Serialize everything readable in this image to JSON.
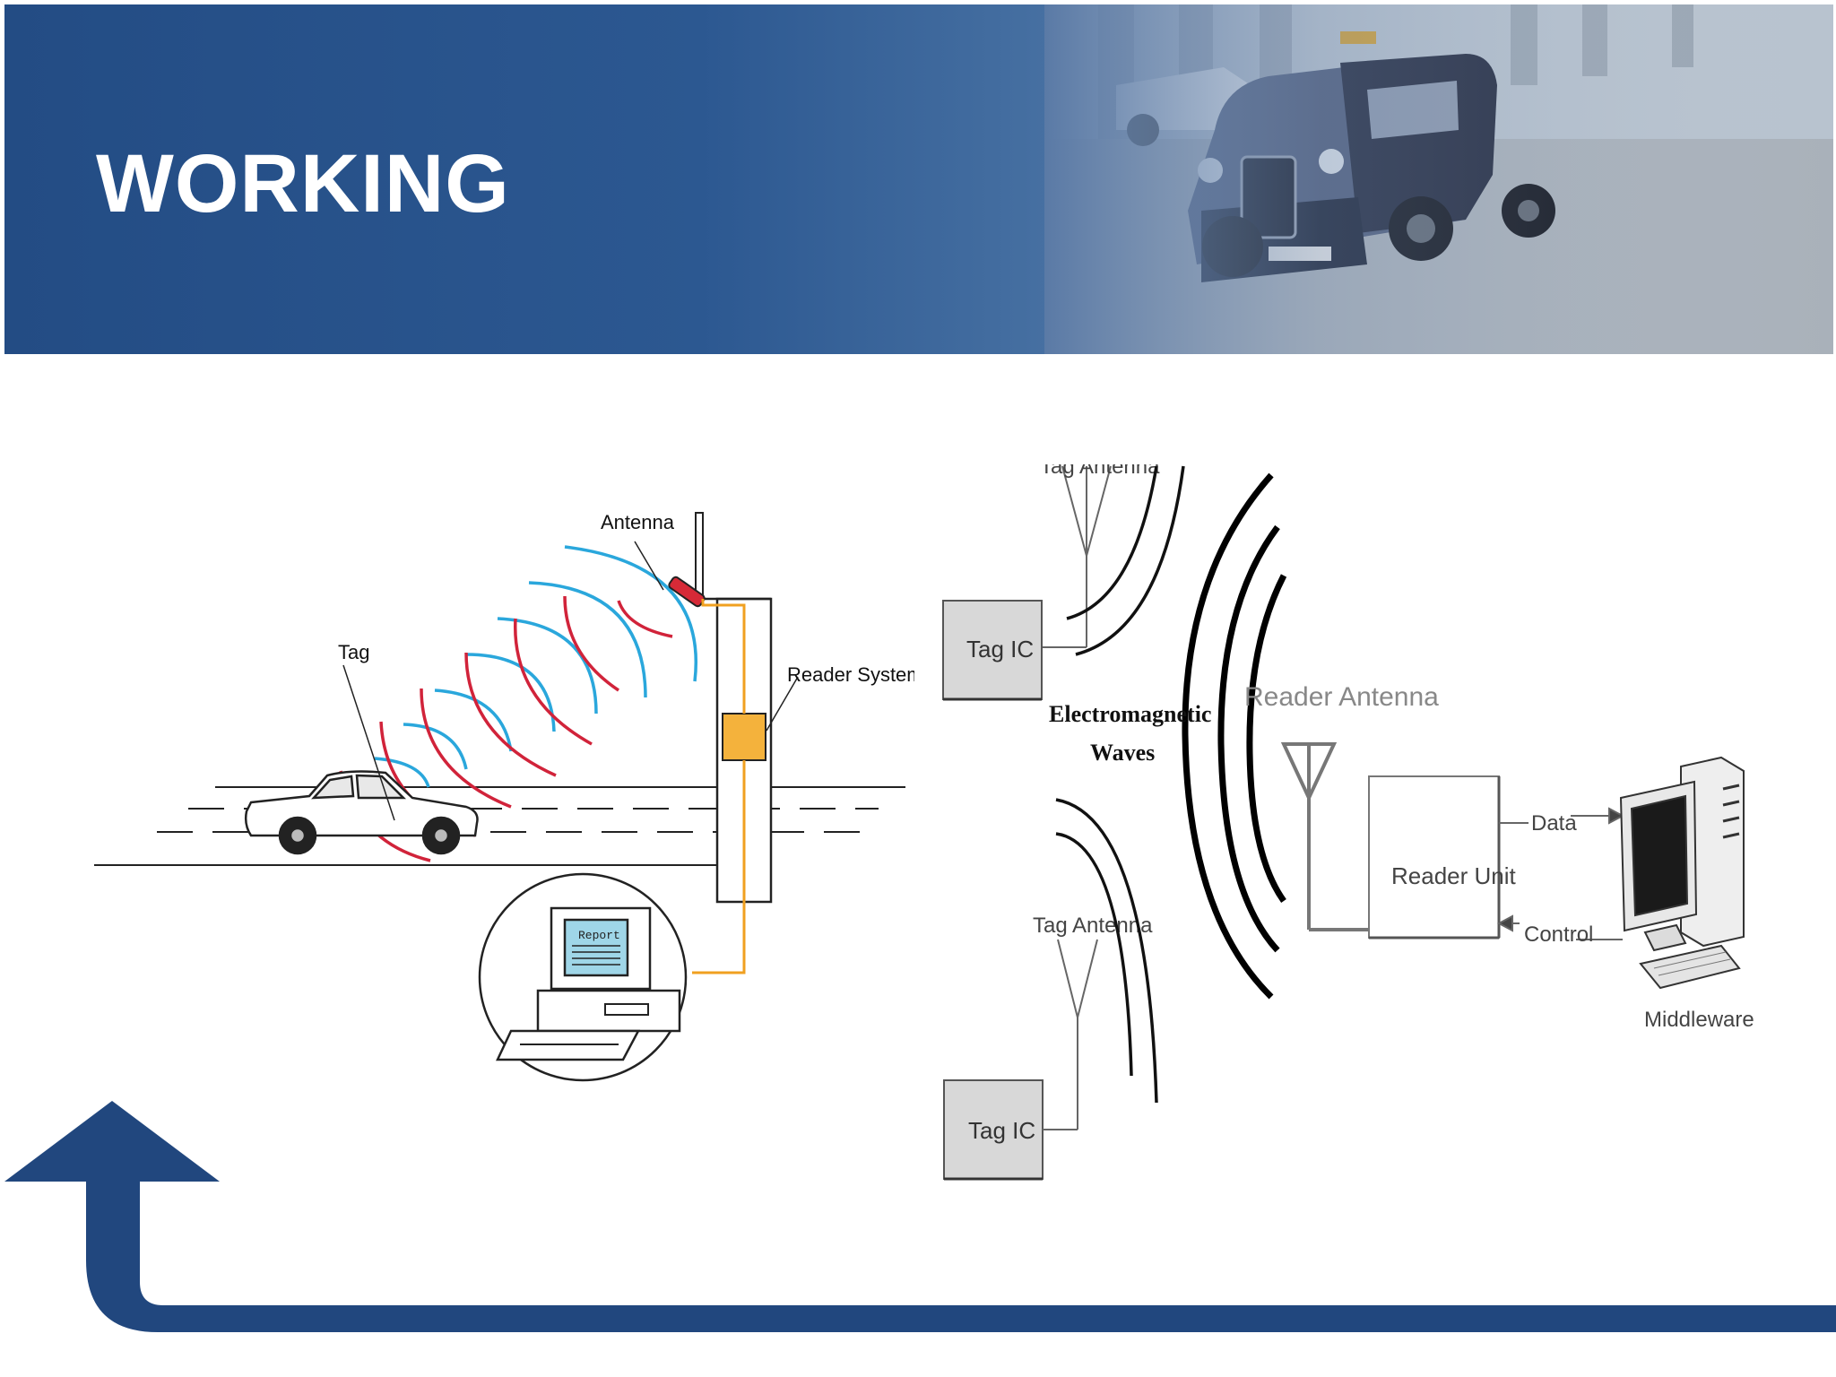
{
  "slide": {
    "title": "WORKING",
    "colors": {
      "header_blue": "#234c84",
      "arrow_blue": "#21477e"
    }
  },
  "toll_diagram": {
    "labels": {
      "antenna": "Antenna",
      "tag": "Tag",
      "reader_system": "Reader System",
      "report": "Report"
    },
    "colors": {
      "reader_waves": "#2aa7dc",
      "tag_waves": "#d1233a",
      "reader_box": "#f4b23c",
      "cable": "#f0a020"
    },
    "icons": [
      "car-icon",
      "reader-pole-icon",
      "computer-icon"
    ]
  },
  "rfid_diagram": {
    "labels": {
      "tag_antenna_top": "Tag Antenna",
      "tag_ic_top": "Tag IC",
      "em_line1": "Electromagnetic",
      "em_line2": "Waves",
      "reader_antenna": "Reader Antenna",
      "reader_unit": "Reader Unit",
      "data": "Data",
      "control": "Control",
      "tag_antenna_bottom": "Tag Antenna",
      "tag_ic_bottom": "Tag IC",
      "middleware": "Middleware"
    },
    "icons": [
      "antenna-icon",
      "computer-icon"
    ]
  }
}
